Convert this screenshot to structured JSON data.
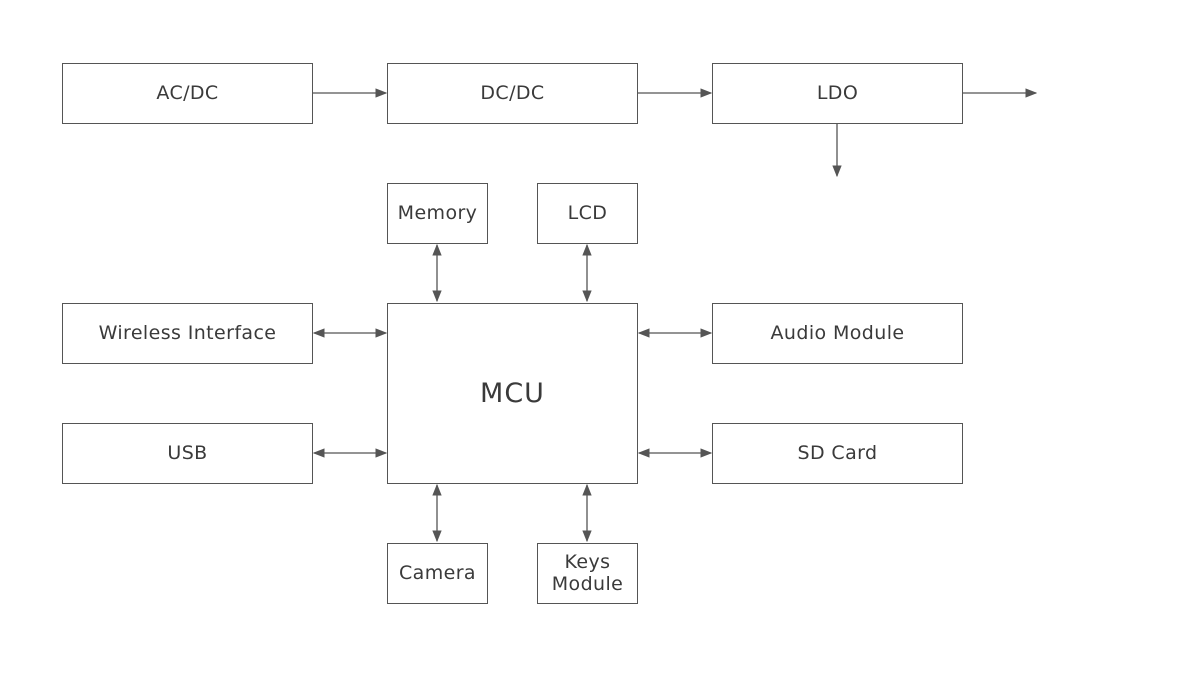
{
  "diagram": {
    "power_chain": {
      "acdc": "AC/DC",
      "dcdc": "DC/DC",
      "ldo": "LDO"
    },
    "peripherals": {
      "memory": "Memory",
      "lcd": "LCD",
      "wireless": "Wireless Interface",
      "mcu": "MCU",
      "audio": "Audio Module",
      "usb": "USB",
      "sdcard": "SD Card",
      "camera": "Camera",
      "keys_line1": "Keys",
      "keys_line2": "Module"
    },
    "colors": {
      "stroke": "#555555",
      "text": "#3a3a3a",
      "background": "#ffffff"
    }
  }
}
